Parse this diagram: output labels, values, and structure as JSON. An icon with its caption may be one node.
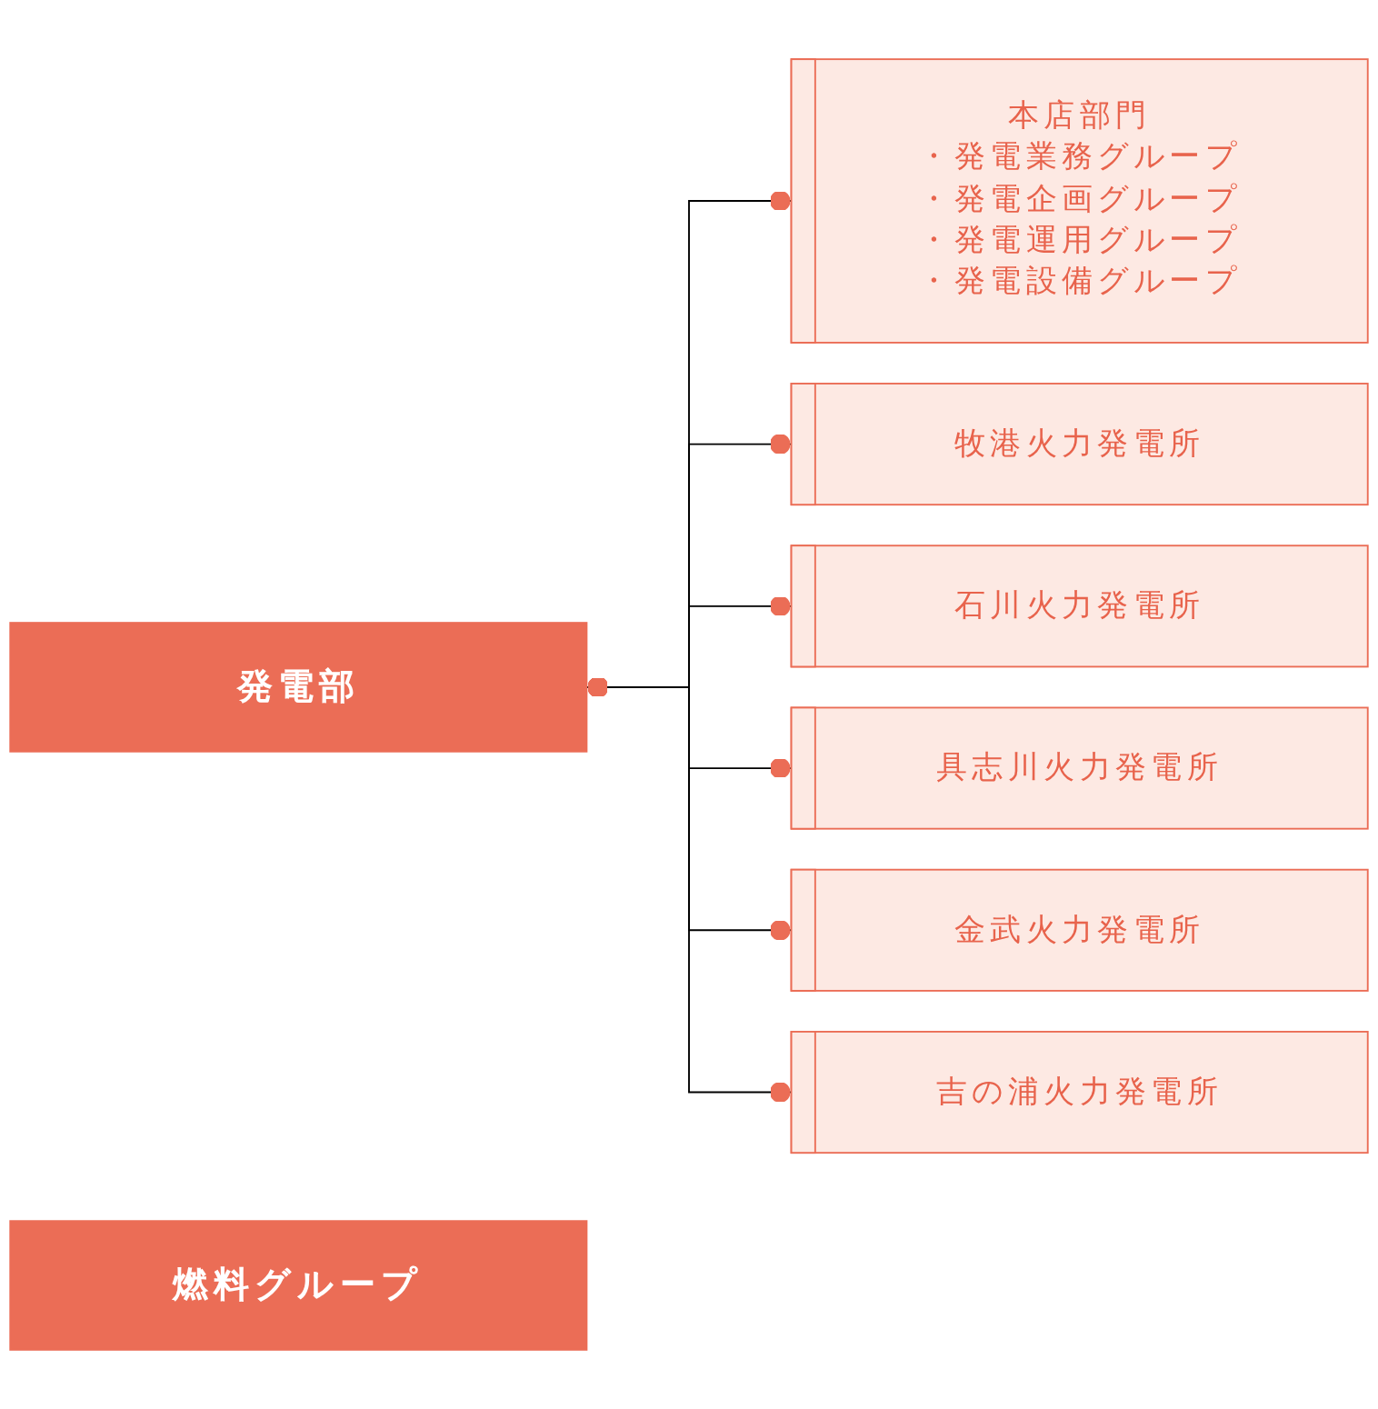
{
  "diagram": {
    "nodes": [
      {
        "text": [
          "発電部"
        ]
      },
      {
        "text": [
          "本店部門",
          "・発電業務グループ",
          "・発電企画グループ",
          "・発電運用グループ",
          "・発電設備グループ"
        ]
      },
      {
        "text": [
          "牧港火力発電所"
        ]
      },
      {
        "text": [
          "石川火力発電所"
        ]
      },
      {
        "text": [
          "具志川火力発電所"
        ]
      },
      {
        "text": [
          "金武火力発電所"
        ]
      },
      {
        "text": [
          "吉の浦火力発電所"
        ]
      },
      {
        "text": [
          "燃料グループ"
        ]
      }
    ],
    "edges": [
      {
        "from": 0,
        "to": 1,
        "arrow": "other"
      },
      {
        "from": 0,
        "to": 2,
        "arrow": "other"
      },
      {
        "from": 0,
        "to": 3,
        "arrow": "other"
      },
      {
        "from": 0,
        "to": 4,
        "arrow": "other"
      },
      {
        "from": 0,
        "to": 5,
        "arrow": "other"
      },
      {
        "from": 0,
        "to": 6,
        "arrow": "other"
      }
    ]
  }
}
